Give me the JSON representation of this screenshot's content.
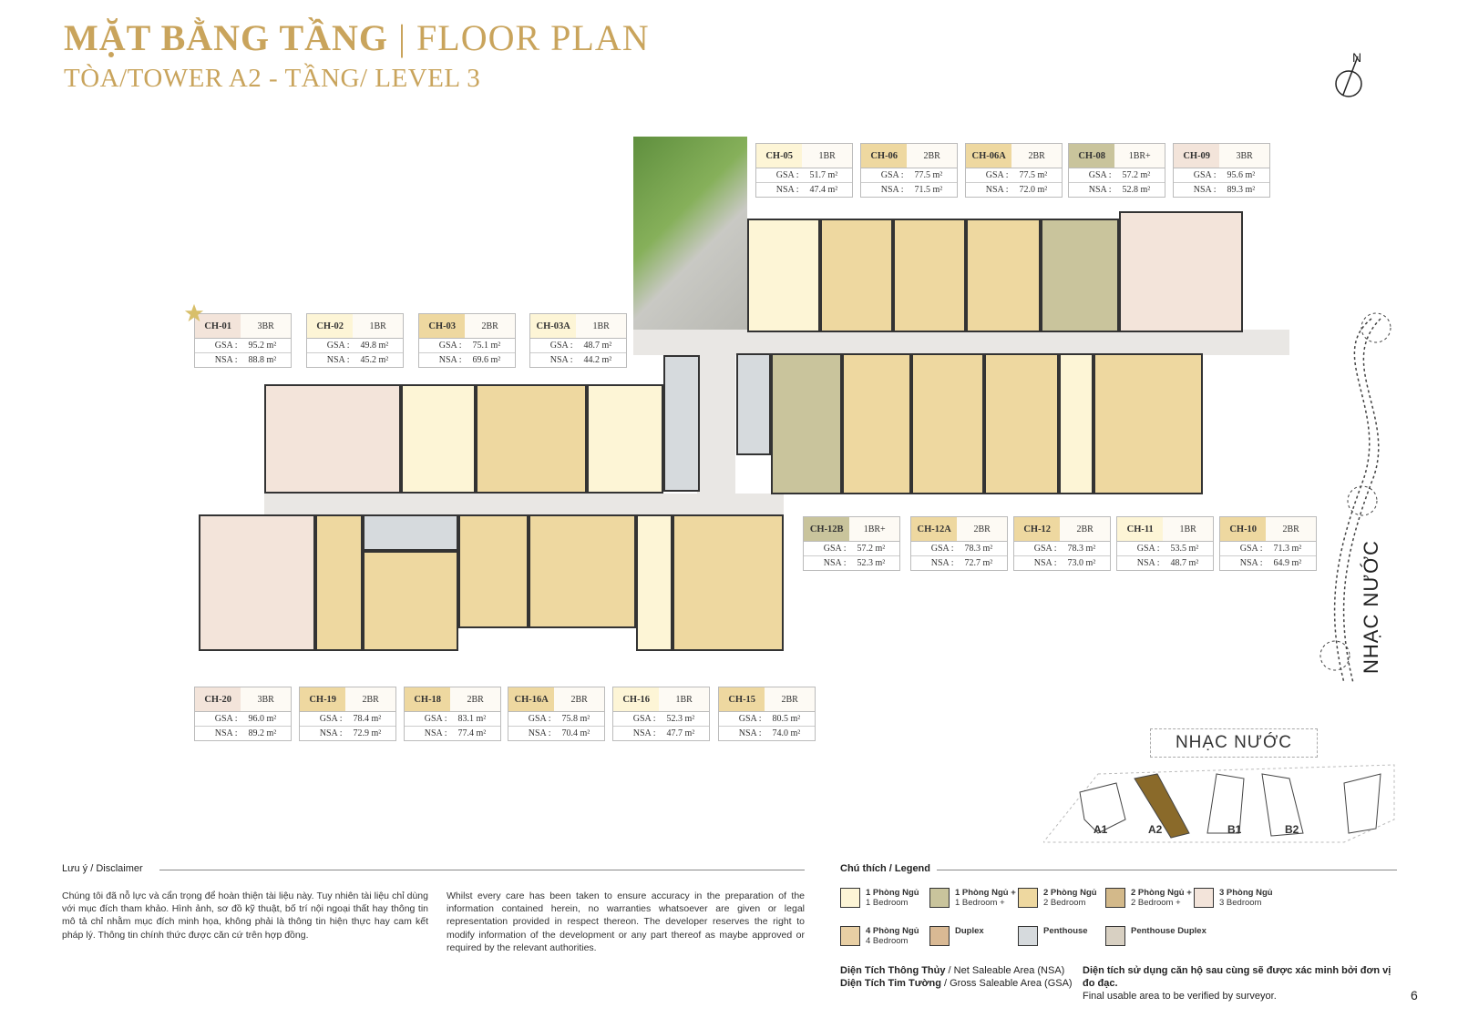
{
  "header": {
    "title_vn": "MẶT BẰNG TẦNG",
    "separator": "|",
    "title_en": "FLOOR PLAN",
    "subtitle": "TÒA/TOWER A2 - TẦNG/ LEVEL 3"
  },
  "labels": {
    "gsa": "GSA :",
    "nsa": "NSA :"
  },
  "colors": {
    "1BR": "#fdf5d6",
    "1BR+": "#c9c49c",
    "2BR": "#eed8a0",
    "2BR+": "#d3b98a",
    "3BR": "#f3e4da",
    "4BR": "#e8cfa4",
    "Duplex": "#d9b994",
    "Penthouse": "#d6dadd",
    "Penthouse Duplex": "#d8d0c2",
    "accent": "#c9a45c"
  },
  "units": [
    {
      "id": "CH-05",
      "type": "1BR",
      "gsa": "51.7 m²",
      "nsa": "47.4 m²"
    },
    {
      "id": "CH-06",
      "type": "2BR",
      "gsa": "77.5 m²",
      "nsa": "71.5 m²"
    },
    {
      "id": "CH-06A",
      "type": "2BR",
      "gsa": "77.5 m²",
      "nsa": "72.0 m²"
    },
    {
      "id": "CH-08",
      "type": "1BR+",
      "gsa": "57.2 m²",
      "nsa": "52.8 m²"
    },
    {
      "id": "CH-09",
      "type": "3BR",
      "gsa": "95.6 m²",
      "nsa": "89.3 m²"
    },
    {
      "id": "CH-01",
      "type": "3BR",
      "gsa": "95.2 m²",
      "nsa": "88.8 m²"
    },
    {
      "id": "CH-02",
      "type": "1BR",
      "gsa": "49.8 m²",
      "nsa": "45.2 m²"
    },
    {
      "id": "CH-03",
      "type": "2BR",
      "gsa": "75.1 m²",
      "nsa": "69.6 m²"
    },
    {
      "id": "CH-03A",
      "type": "1BR",
      "gsa": "48.7 m²",
      "nsa": "44.2 m²"
    },
    {
      "id": "CH-12B",
      "type": "1BR+",
      "gsa": "57.2 m²",
      "nsa": "52.3 m²"
    },
    {
      "id": "CH-12A",
      "type": "2BR",
      "gsa": "78.3 m²",
      "nsa": "72.7 m²"
    },
    {
      "id": "CH-12",
      "type": "2BR",
      "gsa": "78.3 m²",
      "nsa": "73.0 m²"
    },
    {
      "id": "CH-11",
      "type": "1BR",
      "gsa": "53.5 m²",
      "nsa": "48.7 m²"
    },
    {
      "id": "CH-10",
      "type": "2BR",
      "gsa": "71.3 m²",
      "nsa": "64.9 m²"
    },
    {
      "id": "CH-20",
      "type": "3BR",
      "gsa": "96.0 m²",
      "nsa": "89.2 m²"
    },
    {
      "id": "CH-19",
      "type": "2BR",
      "gsa": "78.4 m²",
      "nsa": "72.9 m²"
    },
    {
      "id": "CH-18",
      "type": "2BR",
      "gsa": "83.1 m²",
      "nsa": "77.4 m²"
    },
    {
      "id": "CH-16A",
      "type": "2BR",
      "gsa": "75.8 m²",
      "nsa": "70.4 m²"
    },
    {
      "id": "CH-16",
      "type": "1BR",
      "gsa": "52.3 m²",
      "nsa": "47.7 m²"
    },
    {
      "id": "CH-15",
      "type": "2BR",
      "gsa": "80.5 m²",
      "nsa": "74.0 m²"
    }
  ],
  "side_label": "NHẠC NƯỚC",
  "keyplan": {
    "title": "NHẠC NƯỚC",
    "towers": [
      "A1",
      "A2",
      "B1",
      "B2"
    ]
  },
  "disclaimer": {
    "title": "Lưu ý / Disclaimer",
    "vn": "Chúng tôi đã nỗ lực và cẩn trọng để hoàn thiện tài liệu này. Tuy nhiên tài liệu chỉ dùng với mục đích tham khảo. Hình ảnh, sơ đồ kỹ thuật, bố trí nội ngoại thất hay thông tin mô tả chỉ nhằm mục đích minh họa, không phải là thông tin hiện thực hay cam kết pháp lý. Thông tin chính thức được căn cứ trên hợp đồng.",
    "en": "Whilst every care has been taken to ensure accuracy in the preparation of the information contained herein, no warranties whatsoever are given or legal representation provided in respect thereon. The developer reserves the right to modify information of the development or any part thereof as maybe approved or required by the relevant authorities."
  },
  "legend": {
    "title": "Chú thích / Legend",
    "items": [
      {
        "vn": "1 Phòng Ngủ",
        "en": "1 Bedroom",
        "key": "1BR"
      },
      {
        "vn": "1 Phòng Ngủ +",
        "en": "1 Bedroom +",
        "key": "1BR+"
      },
      {
        "vn": "2 Phòng Ngủ",
        "en": "2 Bedroom",
        "key": "2BR"
      },
      {
        "vn": "2 Phòng Ngủ +",
        "en": "2 Bedroom +",
        "key": "2BR+"
      },
      {
        "vn": "3 Phòng Ngủ",
        "en": "3 Bedroom",
        "key": "3BR"
      },
      {
        "vn": "4 Phòng Ngủ",
        "en": "4 Bedroom",
        "key": "4BR"
      },
      {
        "vn": "Duplex",
        "en": "",
        "key": "Duplex"
      },
      {
        "vn": "Penthouse",
        "en": "",
        "key": "Penthouse"
      },
      {
        "vn": "Penthouse Duplex",
        "en": "",
        "key": "Penthouse Duplex"
      }
    ]
  },
  "area_notes": {
    "nsa_vn": "Diện Tích Thông Thủy",
    "nsa_en": " / Net Saleable Area (NSA)",
    "gsa_vn": "Diện Tích Tim Tường",
    "gsa_en": " / Gross Saleable Area (GSA)",
    "verify_vn": "Diện tích sử dụng căn hộ sau cùng sẽ được xác minh bởi đơn vị đo đạc.",
    "verify_en": "Final usable area to be verified by surveyor."
  },
  "page_number": "6"
}
